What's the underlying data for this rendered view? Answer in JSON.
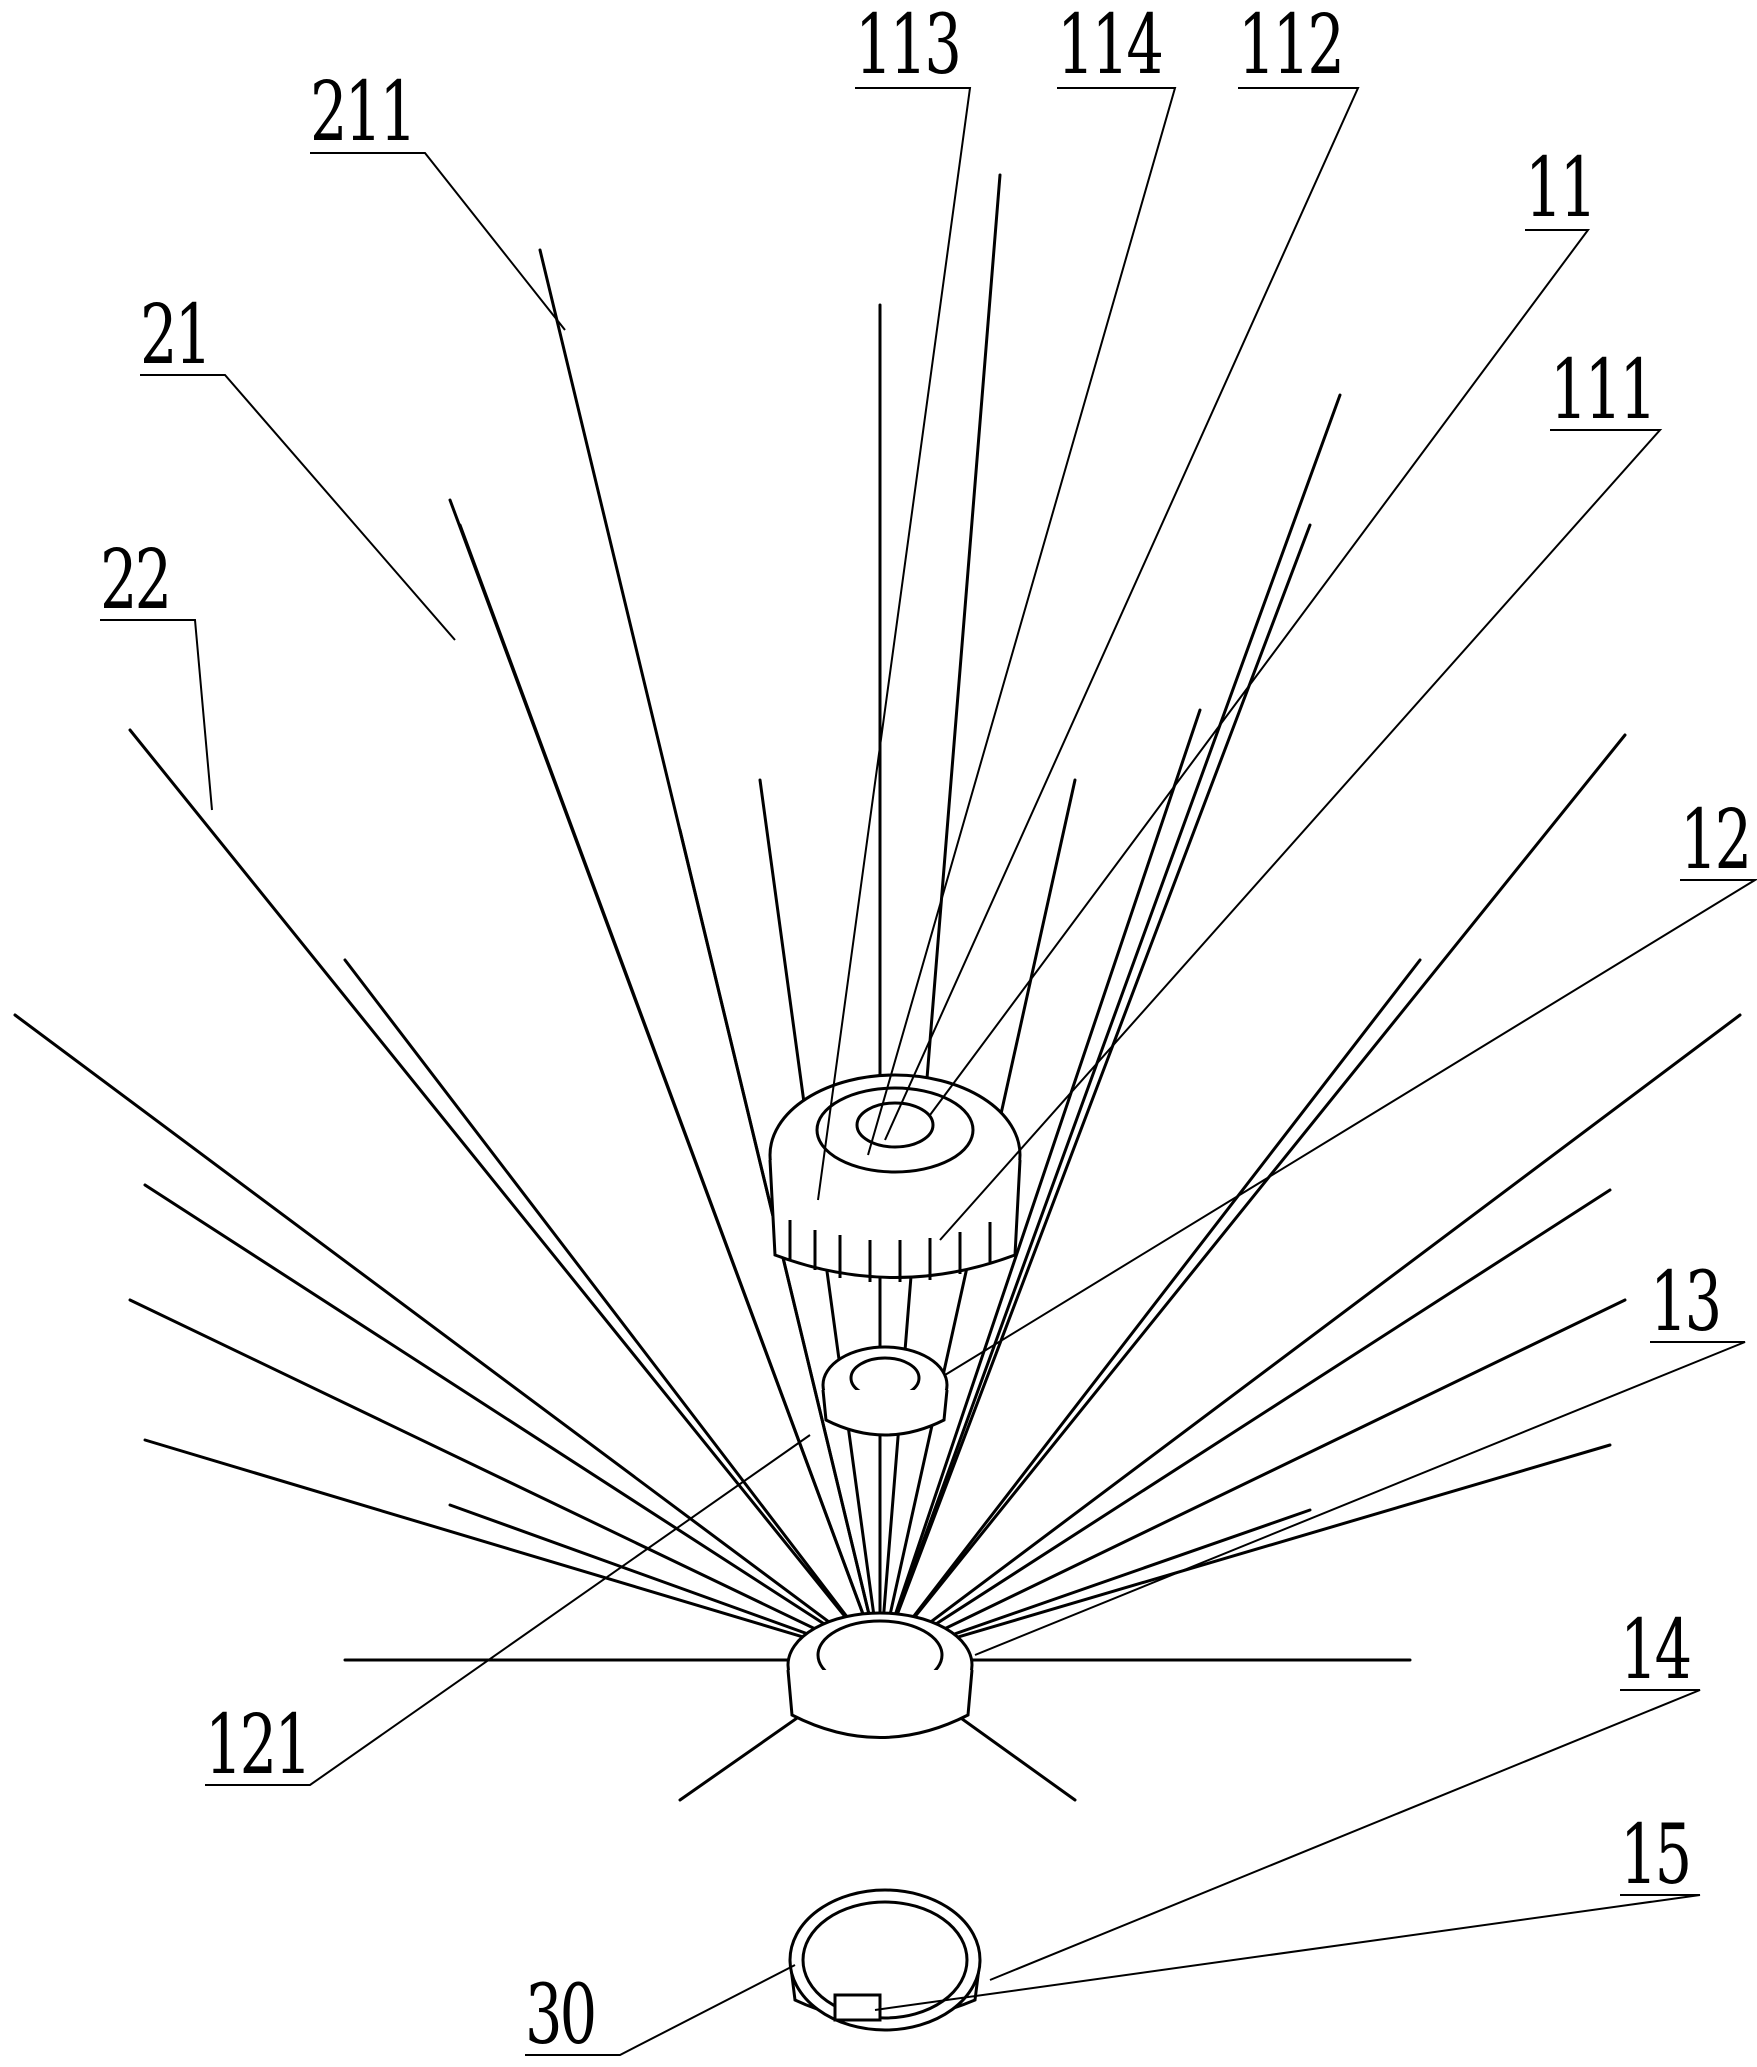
{
  "labels": {
    "l113": "113",
    "l114": "114",
    "l112": "112",
    "l211": "211",
    "l11": "11",
    "l21": "21",
    "l111": "111",
    "l22": "22",
    "l12": "12",
    "l13": "13",
    "l121": "121",
    "l14": "14",
    "l15": "15",
    "l30": "30"
  },
  "colors": {
    "ink": "#000000",
    "paper": "#ffffff"
  }
}
